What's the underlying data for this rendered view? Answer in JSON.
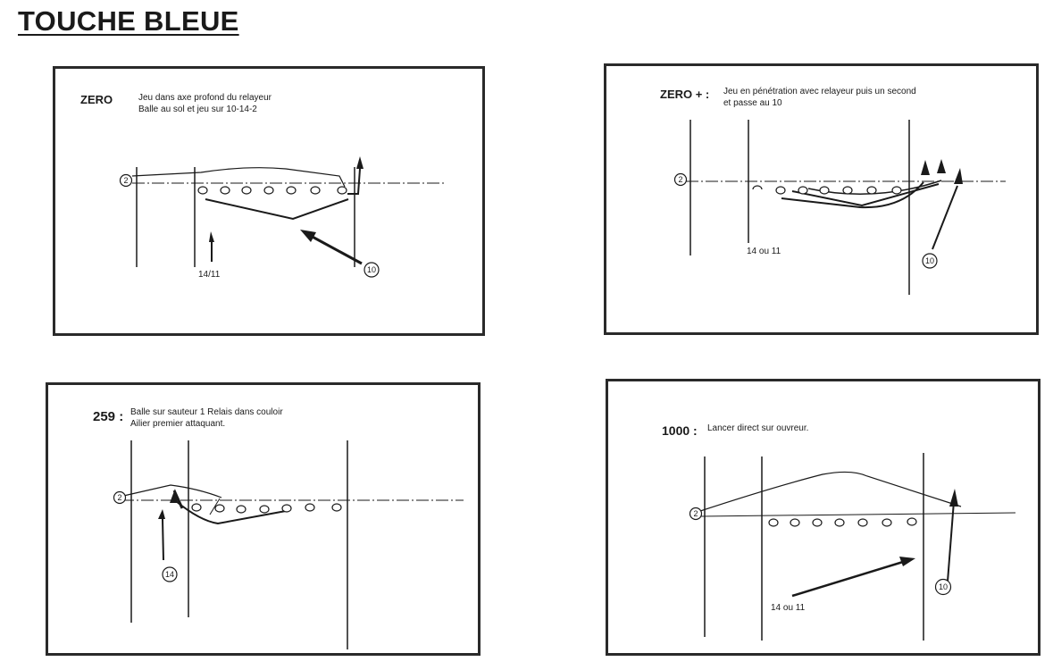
{
  "title": "TOUCHE BLEUE",
  "panels": [
    {
      "name": "ZERO",
      "description": "Jeu dans axe profond du relayeur\nBalle au sol et jeu sur 10-14-2",
      "player_labels": {
        "thrower": "2",
        "runner": "10",
        "lifter": "14/11"
      }
    },
    {
      "name": "ZERO + :",
      "description": "Jeu en pénétration avec relayeur puis un second\net passe au 10",
      "player_labels": {
        "thrower": "2",
        "runner": "10",
        "lifter": "14 ou 11"
      }
    },
    {
      "name": "259 :",
      "description": "Balle sur sauteur 1  Relais dans couloir\nAilier premier attaquant.",
      "player_labels": {
        "thrower": "2",
        "runner": "14"
      }
    },
    {
      "name": "1000 :",
      "description": "Lancer direct sur ouvreur.",
      "player_labels": {
        "thrower": "2",
        "runner": "10",
        "lifter": "14 ou 11"
      }
    }
  ]
}
